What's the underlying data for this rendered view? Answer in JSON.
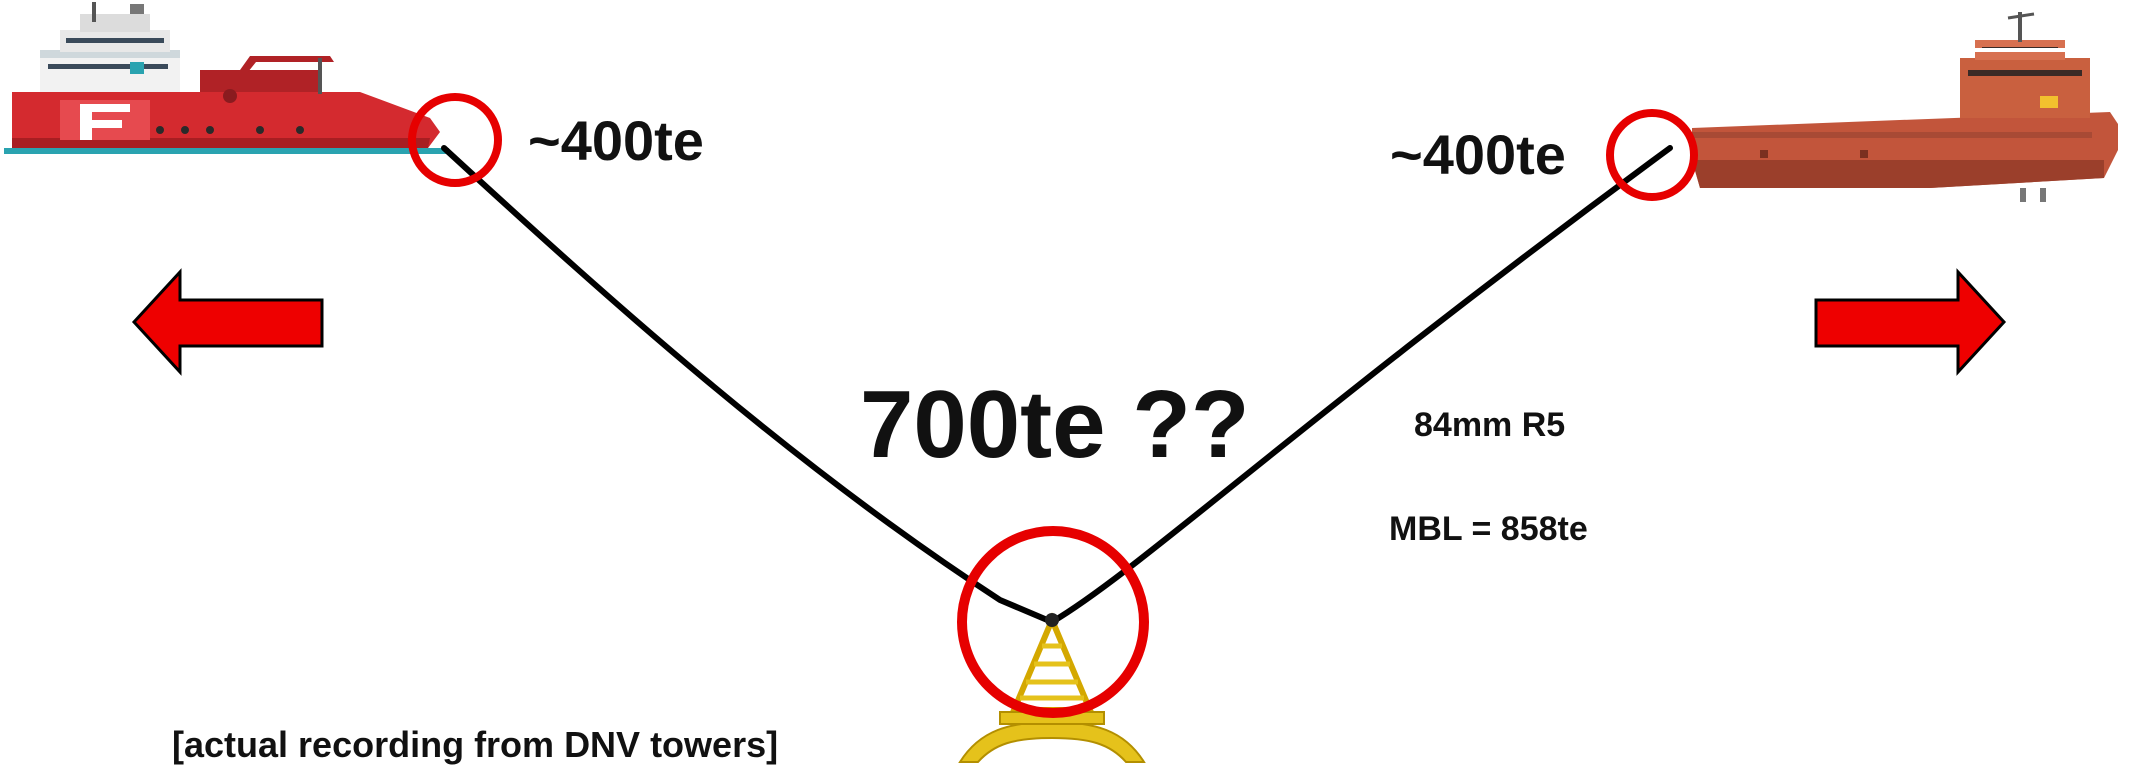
{
  "labels": {
    "left_tension": "~400te",
    "right_tension": "~400te",
    "center_question": "700te ??",
    "chain_spec": "84mm R5",
    "mbl": "MBL = 858te",
    "caption": "[actual recording from DNV towers]"
  },
  "colors": {
    "arrow_red": "#ee0000",
    "circle_red": "#e60000",
    "chain_black": "#000000",
    "left_vessel_hull": "#d42a2f",
    "right_vessel_hull": "#c2553b",
    "tower_yellow": "#e5c21b"
  },
  "icons": {
    "left_vessel": "offshore-vessel-icon",
    "right_vessel": "offshore-vessel-icon",
    "left_arrow": "arrow-left-icon",
    "right_arrow": "arrow-right-icon",
    "tower": "lattice-tower-icon"
  }
}
